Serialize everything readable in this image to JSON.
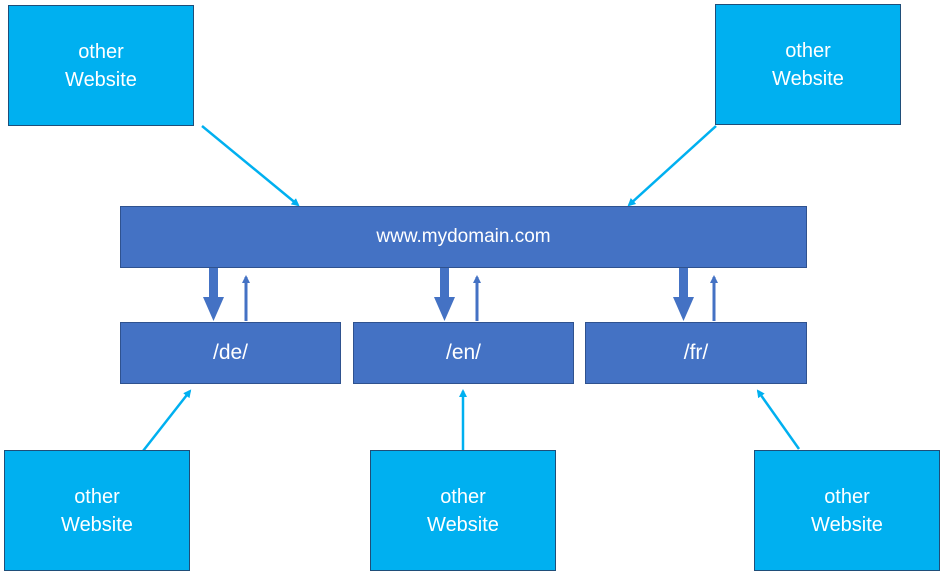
{
  "main_node": {
    "label": "www.mydomain.com"
  },
  "language_nodes": [
    {
      "label": "/de/"
    },
    {
      "label": "/en/"
    },
    {
      "label": "/fr/"
    }
  ],
  "external_nodes": [
    {
      "line1": "other",
      "line2": "Website"
    },
    {
      "line1": "other",
      "line2": "Website"
    },
    {
      "line1": "other",
      "line2": "Website"
    },
    {
      "line1": "other",
      "line2": "Website"
    },
    {
      "line1": "other",
      "line2": "Website"
    }
  ],
  "colors": {
    "external_fill": "#00b0f0",
    "internal_fill": "#4472c4",
    "connector": "#00b0f0"
  }
}
